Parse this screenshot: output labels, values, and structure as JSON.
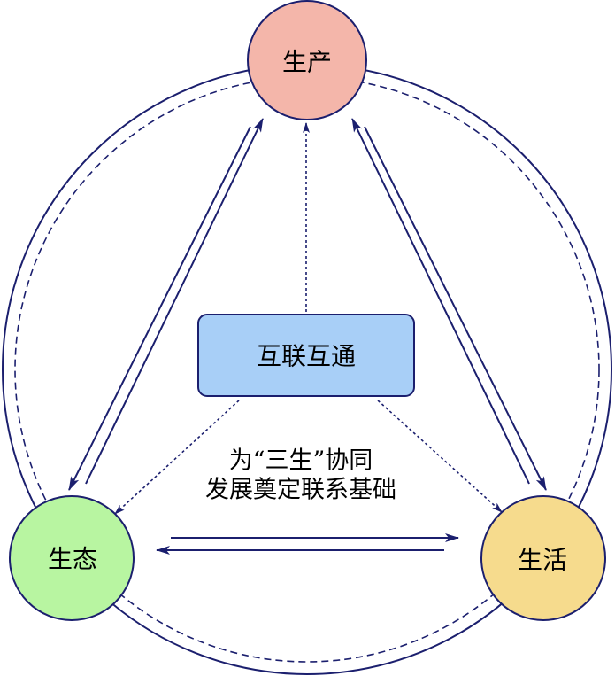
{
  "nodes": {
    "production": {
      "label": "生产",
      "color": "#F4B6AA"
    },
    "ecology": {
      "label": "生态",
      "color": "#B8F5A1"
    },
    "living": {
      "label": "生活",
      "color": "#F6DB8D"
    }
  },
  "hub": {
    "label": "互联互通",
    "color": "#A8CFF7"
  },
  "caption": {
    "line1": "为“三生”协同",
    "line2": "发展奠定联系基础"
  },
  "colors": {
    "line": "#1B1F6E"
  }
}
